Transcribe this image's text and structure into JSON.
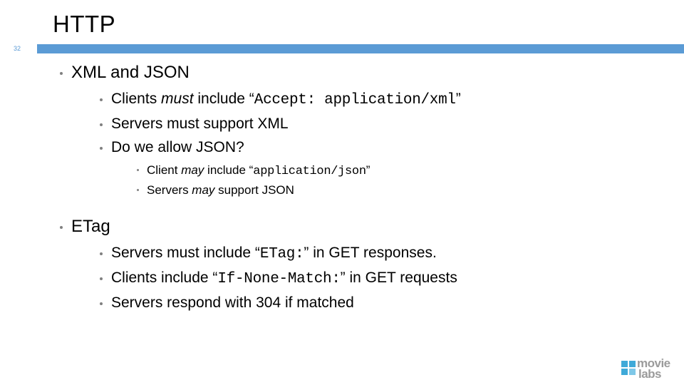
{
  "slide": {
    "title": "HTTP",
    "number": "32",
    "accent_color": "#5b9bd5",
    "bullet_color": "#808080"
  },
  "content": {
    "section1": {
      "heading": "XML and JSON",
      "items": [
        {
          "plain_before": "Clients ",
          "italic": "must",
          "plain_after": " include “",
          "mono": "Accept:  application/xml",
          "plain_end": "”"
        },
        {
          "plain_before": "Servers must support XML",
          "italic": "",
          "plain_after": "",
          "mono": "",
          "plain_end": ""
        },
        {
          "plain_before": "Do we allow JSON?",
          "italic": "",
          "plain_after": "",
          "mono": "",
          "plain_end": ""
        }
      ],
      "subitems": [
        {
          "plain_before": "Client ",
          "italic": "may",
          "plain_after": " include “",
          "mono": "application/json",
          "plain_end": "”"
        },
        {
          "plain_before": "Servers ",
          "italic": "may",
          "plain_after": " support JSON",
          "mono": "",
          "plain_end": ""
        }
      ]
    },
    "section2": {
      "heading": "ETag",
      "items": [
        {
          "plain_before": "Servers must include “",
          "italic": "",
          "plain_after": "",
          "mono": "ETag:",
          "plain_end": "” in GET responses."
        },
        {
          "plain_before": "Clients include “",
          "italic": "",
          "plain_after": "",
          "mono": "If-None-Match:",
          "plain_end": "” in GET requests"
        },
        {
          "plain_before": "Servers respond with 304 if matched",
          "italic": "",
          "plain_after": "",
          "mono": "",
          "plain_end": ""
        }
      ]
    }
  },
  "logo": {
    "word1": "movie",
    "word2": "labs"
  }
}
